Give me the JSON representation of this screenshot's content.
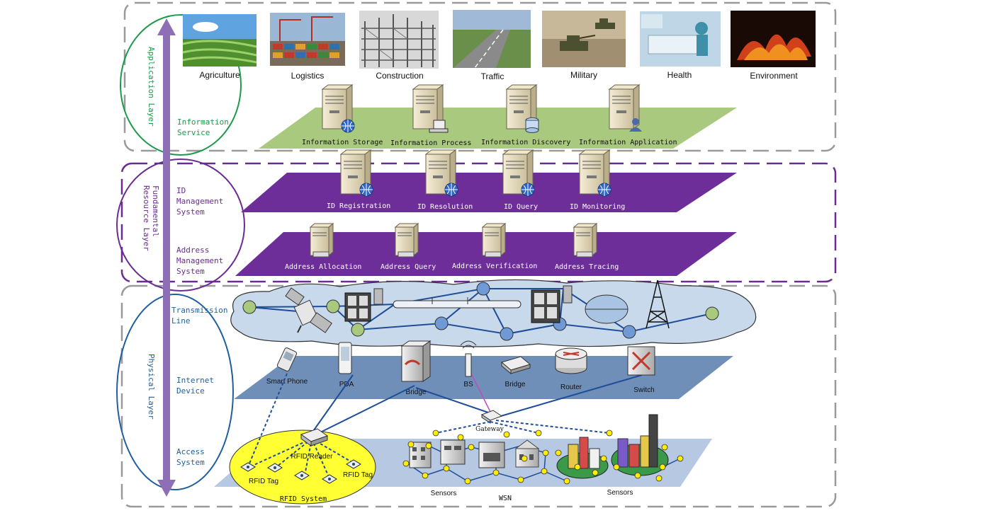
{
  "layers": {
    "application": "Application Layer",
    "fundamental": "Fundamental Resource Layer",
    "physical": "Physical Layer"
  },
  "sublayers": {
    "information_service": "Information\nService",
    "id_management": "ID\nManagement\nSystem",
    "address_management": "Address\nManagement\nSystem",
    "transmission_line": "Transmission\nLine",
    "internet_device": "Internet\nDevice",
    "access_system": "Access\nSystem"
  },
  "applications": [
    "Agriculture",
    "Logistics",
    "Construction",
    "Traffic",
    "Military",
    "Health",
    "Environment"
  ],
  "info_services": [
    "Information Storage",
    "Information Process",
    "Information Discovery",
    "Information Application"
  ],
  "id_services": [
    "ID Registration",
    "ID Resolution",
    "ID Query",
    "ID Monitoring"
  ],
  "address_services": [
    "Address Allocation",
    "Address Query",
    "Address Verification",
    "Address Tracing"
  ],
  "devices": [
    "Smart Phone",
    "PDA",
    "Bridge",
    "BS",
    "Bridge",
    "Router",
    "Switch"
  ],
  "gateway": "Gateway",
  "rfid": {
    "reader": "RFID Reader",
    "tag1": "RFID Tag",
    "tag2": "RFID Tag",
    "system": "RFID System"
  },
  "sensors": {
    "left": "Sensors",
    "wsn": "WSN",
    "right": "Sensors"
  },
  "colors": {
    "application_border": "#1a9a4a",
    "fundamental_border": "#6a2c91",
    "physical_border": "#1f5f9e",
    "arrow": "#8e6fb6",
    "green_plane": "#a9c97f",
    "purple_plane": "#6e2e9a",
    "blue_plane": "#6f8fb8",
    "access_plane": "#b7c9e2",
    "cloud": "#c9d9ec",
    "rfid_ellipse": "#ffff33"
  }
}
